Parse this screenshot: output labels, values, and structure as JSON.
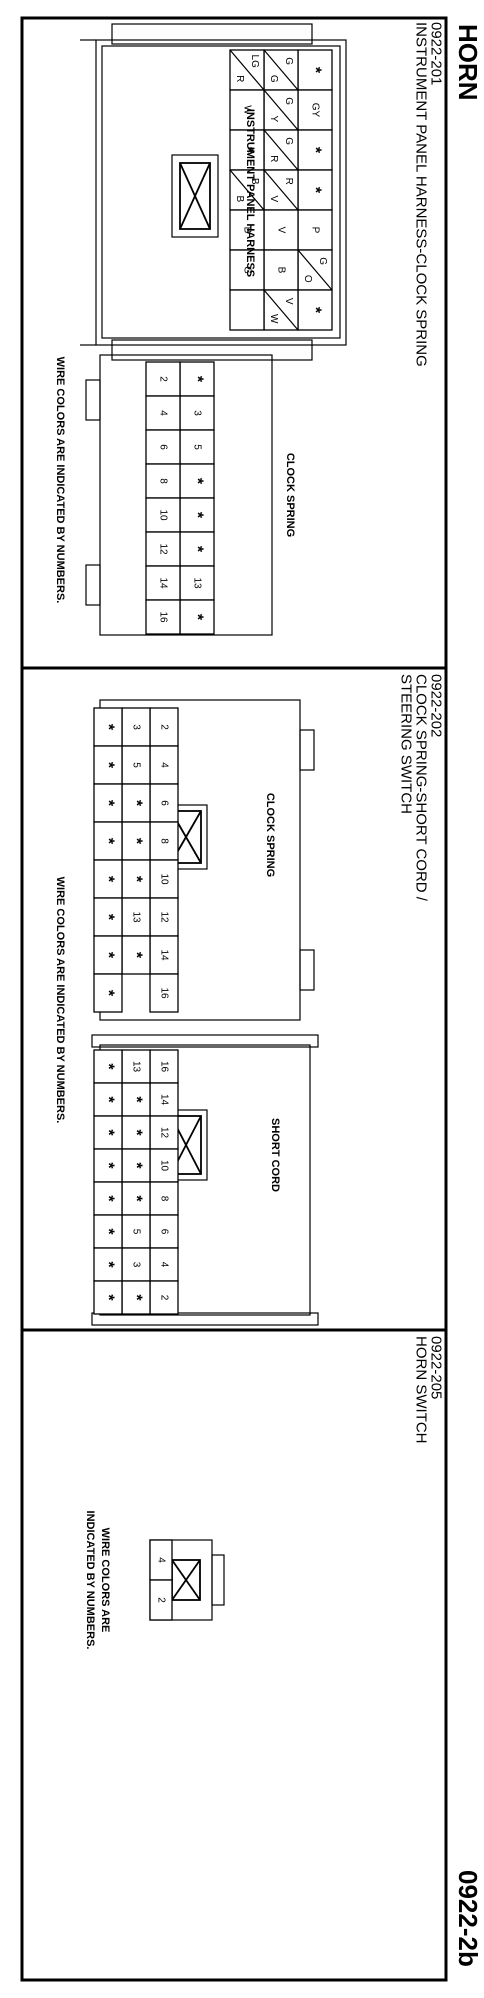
{
  "page": {
    "title": "HORN",
    "page_number": "0922-2b"
  },
  "sections": [
    {
      "id": "0922-201",
      "title_lines": [
        "INSTRUMENT PANEL HARNESS-CLOCK SPRING"
      ],
      "note": "WIRE COLORS ARE INDICATED BY NUMBERS.",
      "connectors": [
        {
          "label": "INSTRUMENT PANEL HARNESS",
          "rows": [
            [
              "*",
              "GY",
              "*",
              "*",
              "P",
              "G\\O",
              "*"
            ],
            [
              "G\\G",
              "G\\Y",
              "G\\R",
              "R\\V",
              "V",
              "B",
              "V\\W"
            ],
            [
              "LG\\R",
              "W",
              "*",
              "B\\B",
              "B",
              "G",
              ""
            ]
          ]
        },
        {
          "label": "CLOCK SPRING",
          "rows": [
            [
              "*",
              "3",
              "5",
              "*",
              "*",
              "*",
              "13",
              "*"
            ],
            [
              "2",
              "4",
              "6",
              "8",
              "10",
              "12",
              "14",
              "16"
            ]
          ]
        }
      ]
    },
    {
      "id": "0922-202",
      "title_lines": [
        "CLOCK SPRING-SHORT CORD /",
        "STEERING SWITCH"
      ],
      "note": "WIRE COLORS ARE INDICATED BY NUMBERS.",
      "connectors": [
        {
          "label": "CLOCK SPRING",
          "rows": [
            [
              "2",
              "4",
              "6",
              "8",
              "10",
              "12",
              "14",
              "16"
            ],
            [
              "3",
              "5",
              "*",
              "*",
              "*",
              "13",
              "*"
            ],
            [
              "*",
              "*",
              "*",
              "*",
              "*",
              "*",
              "*",
              "*"
            ]
          ]
        },
        {
          "label": "SHORT CORD",
          "rows": [
            [
              "16",
              "14",
              "12",
              "10",
              "8",
              "6",
              "4",
              "2"
            ],
            [
              "13",
              "*",
              "*",
              "*",
              "*",
              "5",
              "3",
              "*"
            ],
            [
              "*",
              "*",
              "*",
              "*",
              "*",
              "*",
              "*",
              "*"
            ]
          ]
        }
      ]
    },
    {
      "id": "0922-205",
      "title_lines": [
        "HORN SWITCH"
      ],
      "note_lines": [
        "WIRE COLORS ARE",
        "INDICATED BY NUMBERS."
      ],
      "connectors": [
        {
          "label": "",
          "cells": [
            "4",
            "2"
          ]
        }
      ]
    }
  ]
}
